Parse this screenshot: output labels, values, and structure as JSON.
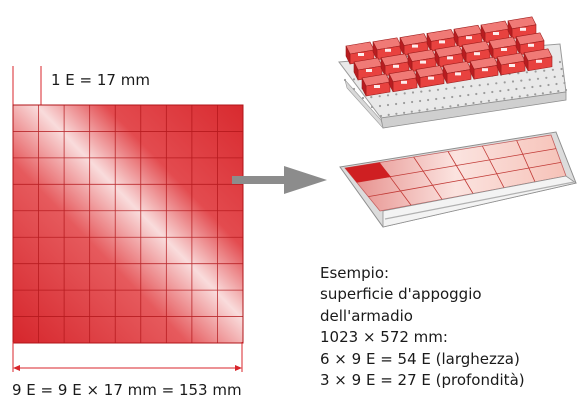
{
  "grid": {
    "columns": 9,
    "rows": 9,
    "color": "#d8252b",
    "unit_label": "1 E = 17 mm",
    "total_label": "9 E = 9 E × 17 mm = 153 mm"
  },
  "arrow_color": "#8c8c8c",
  "example": {
    "lines": [
      "Esempio:",
      "superficie d'appoggio",
      "dell'armadio",
      "1023 × 572 mm:",
      "6 × 9 E = 54 E (larghezza)",
      "3 × 9 E = 27 E (profondità)"
    ]
  },
  "drawer_top": {
    "bins_rows": 3,
    "bins_cols": 7,
    "bin_color": "#e8423f"
  },
  "drawer_bottom": {
    "cols": 6,
    "rows": 3,
    "highlight_color": "#cf1f22"
  }
}
